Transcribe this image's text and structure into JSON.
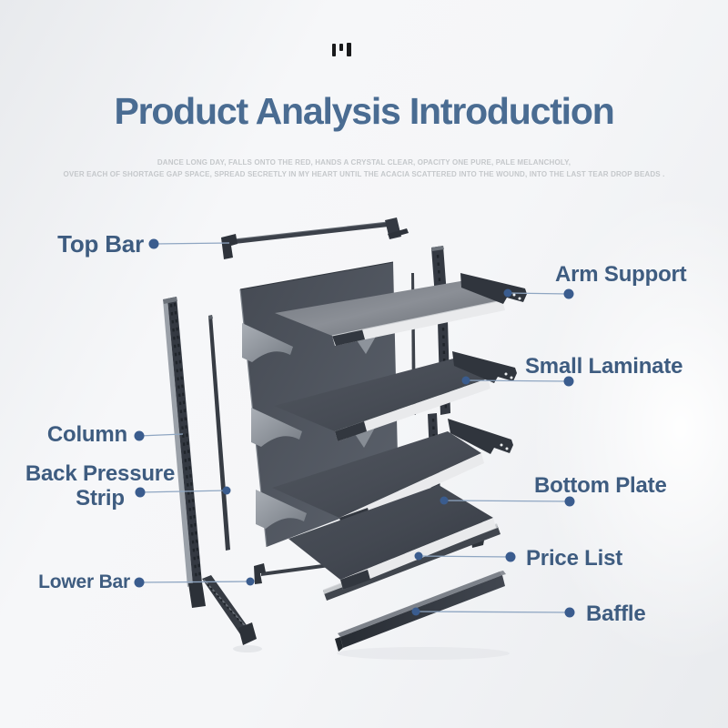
{
  "header": {
    "title": "Product Analysis Introduction",
    "subtitle_line1": "DANCE LONG DAY, FALLS ONTO THE RED, HANDS A CRYSTAL CLEAR, OPACITY ONE PURE, PALE MELANCHOLY,",
    "subtitle_line2": "OVER EACH OF SHORTAGE GAP SPACE, SPREAD SECRETLY IN MY HEART UNTIL THE ACACIA SCATTERED INTO THE WOUND, INTO THE LAST TEAR DROP BEADS ."
  },
  "decoration": {
    "glyph_name": "triple-bar-icon"
  },
  "diagram": {
    "type": "exploded-product-diagram",
    "subject": "supermarket gondola shelving unit",
    "labels": [
      {
        "id": "top-bar",
        "text": "Top Bar"
      },
      {
        "id": "arm-support",
        "text": "Arm Support"
      },
      {
        "id": "small-laminate",
        "text": "Small Laminate"
      },
      {
        "id": "column",
        "text": "Column"
      },
      {
        "id": "back-pressure-strip",
        "text": "Back Pressure Strip"
      },
      {
        "id": "bottom-plate",
        "text": "Bottom Plate"
      },
      {
        "id": "price-list",
        "text": "Price List"
      },
      {
        "id": "lower-bar",
        "text": "Lower Bar"
      },
      {
        "id": "baffle",
        "text": "Baffle"
      }
    ],
    "colors": {
      "title_blue": "#4a6c92",
      "label_blue": "#3e5c80",
      "callout_dot": "#3a5c8e",
      "callout_line": "#8fa6c2",
      "metal_dark": "#31363e",
      "metal_mid": "#4b515a",
      "metal_light": "#878b92",
      "shelf_edge_white": "#e9eaec",
      "background": "#f2f3f5"
    }
  }
}
